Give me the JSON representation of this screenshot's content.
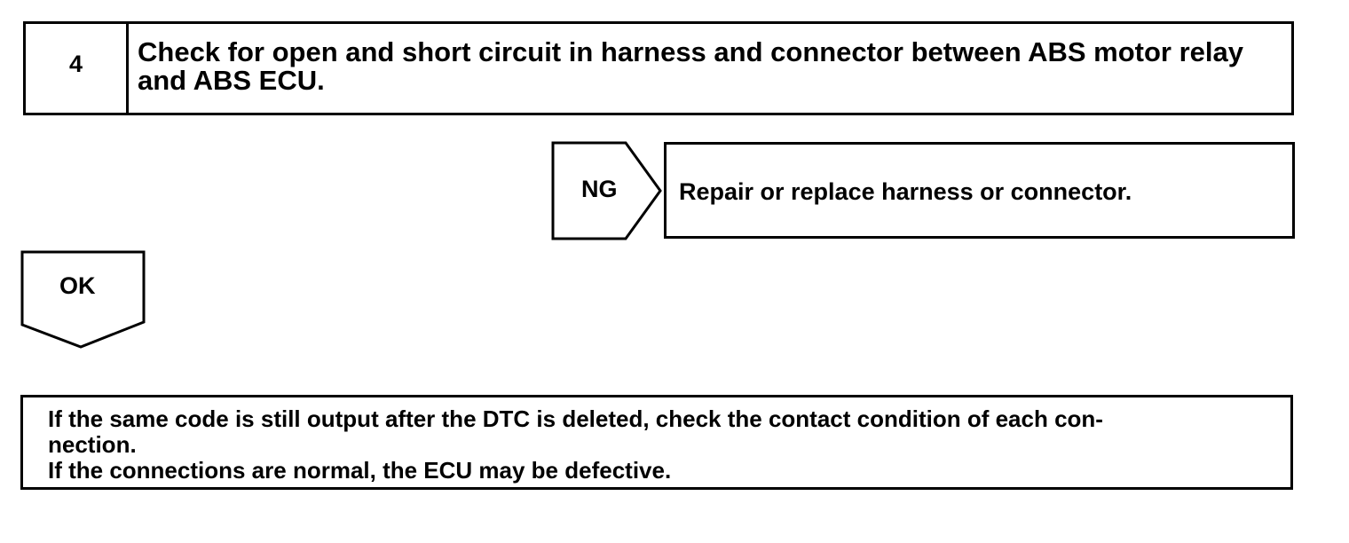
{
  "step": {
    "number": "4",
    "title": "Check for open and short circuit in harness and connector between ABS motor relay and ABS ECU."
  },
  "ng_branch": {
    "label": "NG",
    "action": "Repair or replace harness or connector."
  },
  "ok_branch": {
    "label": "OK"
  },
  "note": {
    "line1": "If the same code is still output after the DTC is deleted, check the contact condition of each con-",
    "line2": "nection.",
    "line3": "If the connections are normal, the ECU may be defective."
  }
}
